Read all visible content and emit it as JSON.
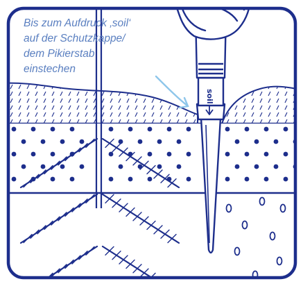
{
  "caption": {
    "lines": [
      "Bis zum Aufdruck ‚soil‘",
      "auf der Schutzkappe/",
      "dem Pikierstab",
      "einstechen"
    ]
  },
  "probe_label": "soil",
  "colors": {
    "ink": "#1d2e8c",
    "caption": "#5a7fc0",
    "arrow": "#8ec6ea",
    "frame_bg": "#ffffff"
  }
}
